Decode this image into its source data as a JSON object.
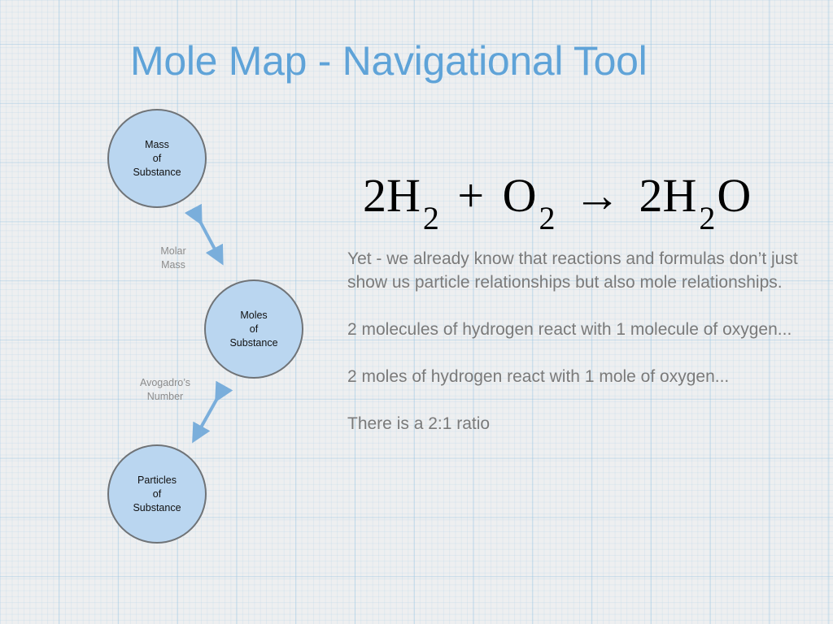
{
  "slide": {
    "title": "Mole Map - Navigational Tool"
  },
  "diagram": {
    "nodes": [
      {
        "id": "mass",
        "lines": [
          "Mass",
          "of",
          "Substance"
        ]
      },
      {
        "id": "moles",
        "lines": [
          "Moles",
          "of",
          "Substance"
        ]
      },
      {
        "id": "particles",
        "lines": [
          "Particles",
          "of",
          "Substance"
        ]
      }
    ],
    "edges": [
      {
        "from": "mass",
        "to": "moles",
        "label_lines": [
          "Molar",
          "Mass"
        ]
      },
      {
        "from": "moles",
        "to": "particles",
        "label_lines": [
          "Avogadro’s",
          "Number"
        ]
      }
    ],
    "colors": {
      "node_fill": "#bad6f0",
      "node_border": "#6f7377",
      "arrow": "#7aaedb",
      "title": "#5fa3d8",
      "body_text": "#7a7a7a"
    }
  },
  "equation": {
    "coef1": "2H",
    "sub1": "2",
    "plus": "+",
    "o": "O",
    "sub2": "2",
    "arrow": "→",
    "coef2": "2H",
    "sub3": "2",
    "o2": "O"
  },
  "body": {
    "paragraphs": [
      "Yet - we already know that reactions and formulas don’t just show us particle relationships but also mole relationships.",
      "2 molecules of hydrogen react with 1 molecule of oxygen...",
      "2 moles of hydrogen react with 1 mole of oxygen...",
      "There is a 2:1 ratio"
    ]
  }
}
